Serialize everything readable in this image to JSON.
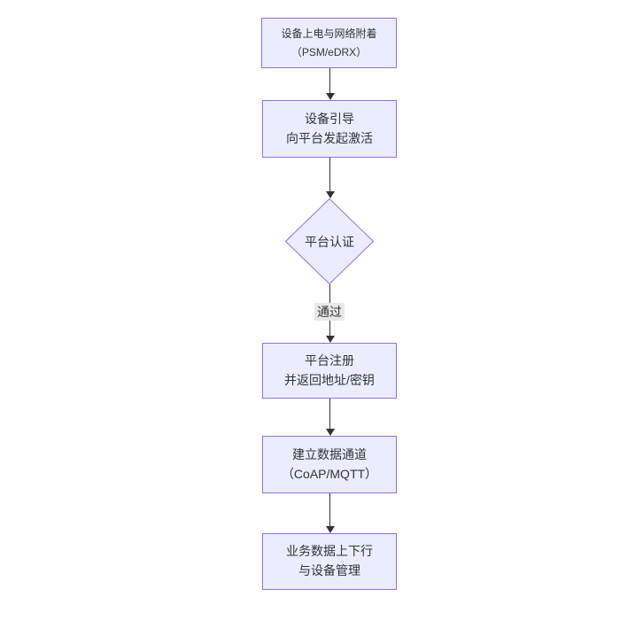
{
  "diagram": {
    "type": "flowchart-vertical",
    "colors": {
      "node_fill": "#ECECFF",
      "node_border": "#9370DB",
      "text_color": "#333333",
      "arrow_color": "#333333",
      "edge_label_bg": "#e8e8e8",
      "background": "#ffffff"
    },
    "nodes": [
      {
        "id": "power-attach",
        "shape": "rect",
        "line1": "设备上电与网络附着",
        "line2": "（PSM/eDRX）"
      },
      {
        "id": "bootstrap",
        "shape": "rect",
        "line1": "设备引导",
        "line2": "向平台发起激活"
      },
      {
        "id": "platform-auth",
        "shape": "diamond",
        "line1": "平台认证",
        "line2": ""
      },
      {
        "id": "platform-register",
        "shape": "rect",
        "line1": "平台注册",
        "line2": "并返回地址/密钥"
      },
      {
        "id": "data-channel",
        "shape": "rect",
        "line1": "建立数据通道",
        "line2": "（CoAP/MQTT）"
      },
      {
        "id": "business-data",
        "shape": "rect",
        "line1": "业务数据上下行",
        "line2": "与设备管理"
      }
    ],
    "edges": [
      {
        "from": "power-attach",
        "to": "bootstrap",
        "label": ""
      },
      {
        "from": "bootstrap",
        "to": "platform-auth",
        "label": ""
      },
      {
        "from": "platform-auth",
        "to": "platform-register",
        "label": "通过"
      },
      {
        "from": "platform-register",
        "to": "data-channel",
        "label": ""
      },
      {
        "from": "data-channel",
        "to": "business-data",
        "label": ""
      }
    ]
  }
}
